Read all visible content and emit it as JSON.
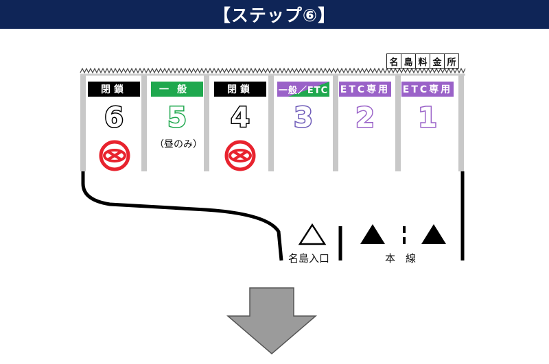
{
  "header": {
    "title": "【ステップ⑥】"
  },
  "sign": {
    "chars": [
      "名",
      "島",
      "料",
      "金",
      "所"
    ]
  },
  "booths": [
    {
      "label": "閉鎖",
      "number": "6",
      "closed": true
    },
    {
      "label": "一般",
      "number": "5",
      "note": "（昼のみ）"
    },
    {
      "label": "閉鎖",
      "number": "4",
      "closed": true
    },
    {
      "label": "一般／ETC",
      "number": "3"
    },
    {
      "label": "ETC専用",
      "number": "2"
    },
    {
      "label": "ETC専用",
      "number": "1"
    }
  ],
  "roads": {
    "entrance": "名島入口",
    "main_line": "本　線"
  },
  "colors": {
    "header_bg": "#0f2557",
    "general_green": "#1fa84e",
    "etc_purple": "#9a62c8",
    "closed_red": "#e8232e",
    "arrow_gray": "#9b9b9b"
  },
  "icons": [
    "closed-sign-icon",
    "triangle-outline-icon",
    "triangle-filled-icon",
    "down-arrow-icon"
  ]
}
